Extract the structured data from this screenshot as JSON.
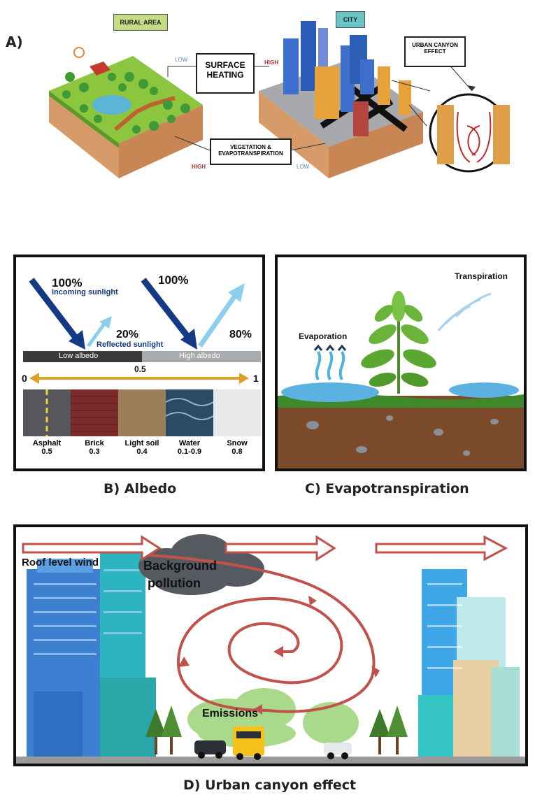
{
  "panel_a": {
    "label": "A)",
    "rural_label": "RURAL AREA",
    "city_label": "CITY",
    "surface_heating": "SURFACE HEATING",
    "surface_heating_line1": "SURFACE",
    "surface_heating_line2": "HEATING",
    "vegetation": "VEGETATION & EVAPOTRANSPIRATION",
    "vegetation_line1": "VEGETATION &",
    "vegetation_line2": "EVAPOTRANSPIRATION",
    "urban_canyon": "URBAN CANYON EFFECT",
    "urban_canyon_line1": "URBAN CANYON",
    "urban_canyon_line2": "EFFECT",
    "rural_heating_level": "LOW",
    "city_heating_level": "HIGH",
    "rural_veg_level": "HIGH",
    "city_veg_level": "LOW"
  },
  "panel_b": {
    "caption": "B) Albedo",
    "incoming_pct_1": "100%",
    "incoming_label": "Incoming sunlight",
    "incoming_pct_2": "100%",
    "reflected_pct_low": "20%",
    "reflected_label": "Reflected sunlight",
    "reflected_pct_high": "80%",
    "low_albedo": "Low albedo",
    "high_albedo": "High albedo",
    "scale_min": "0",
    "scale_mid": "0.5",
    "scale_max": "1",
    "surfaces": [
      {
        "name": "Asphalt",
        "value": "0.5"
      },
      {
        "name": "Brick",
        "value": "0.3"
      },
      {
        "name": "Light soil",
        "value": "0.4"
      },
      {
        "name": "Water",
        "value": "0.1-0.9"
      },
      {
        "name": "Snow",
        "value": "0.8"
      }
    ]
  },
  "panel_c": {
    "caption": "C) Evapotranspiration",
    "transpiration": "Transpiration",
    "evaporation": "Evaporation"
  },
  "panel_d": {
    "caption": "D) Urban canyon effect",
    "roof_wind": "Roof level wind",
    "background_line1": "Background",
    "background_line2": "pollution",
    "emissions": "Emissions"
  }
}
